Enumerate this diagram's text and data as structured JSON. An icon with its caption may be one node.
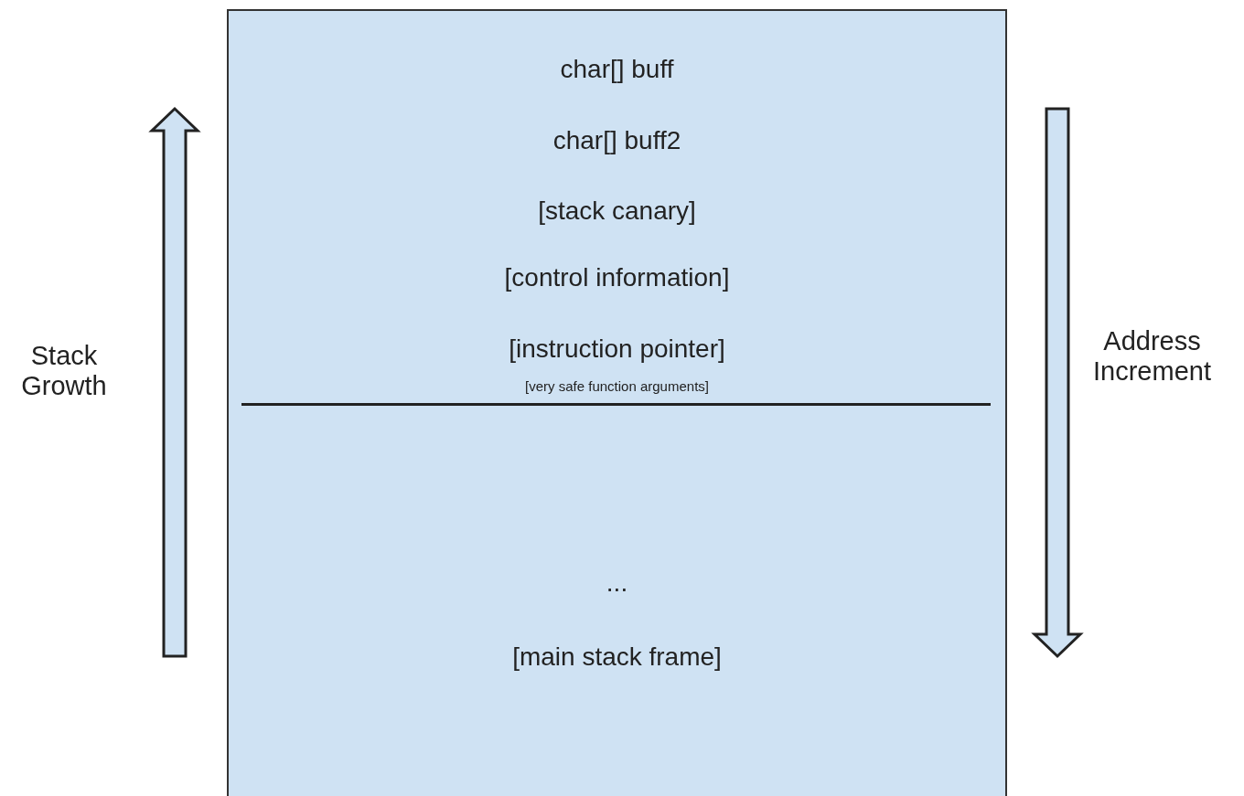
{
  "diagram": {
    "nodes": [
      {
        "text": [
          "char[] buff",
          "char[] buff2",
          "[stack canary]",
          "[control information]",
          "[instruction pointer]",
          "[very safe function arguments]",
          "...",
          "[main stack frame]"
        ]
      }
    ],
    "labels": [
      "Stack Growth",
      "Address Increment"
    ]
  }
}
